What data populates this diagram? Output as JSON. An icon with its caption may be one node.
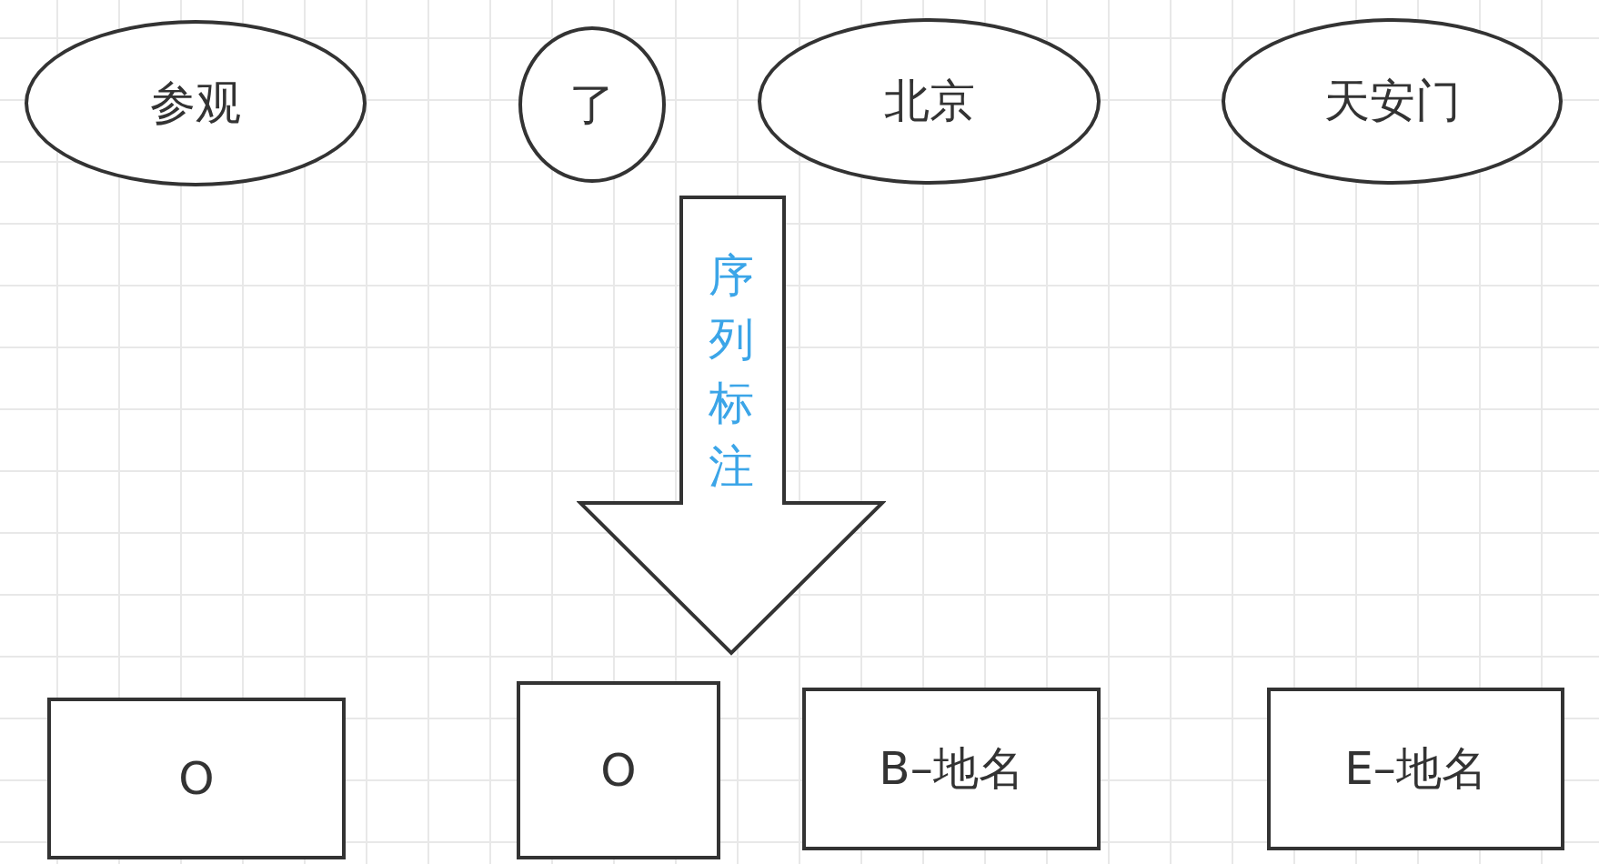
{
  "diagram": {
    "nodes": [
      {
        "text": [
          "参观"
        ]
      },
      {
        "text": [
          "了"
        ]
      },
      {
        "text": [
          "北京"
        ]
      },
      {
        "text": [
          "天安门"
        ]
      },
      {
        "text": [
          "序列标注"
        ]
      },
      {
        "text": [
          "O"
        ]
      },
      {
        "text": [
          "O"
        ]
      },
      {
        "text": [
          "B–地名"
        ]
      },
      {
        "text": [
          "E–地名"
        ]
      }
    ]
  }
}
